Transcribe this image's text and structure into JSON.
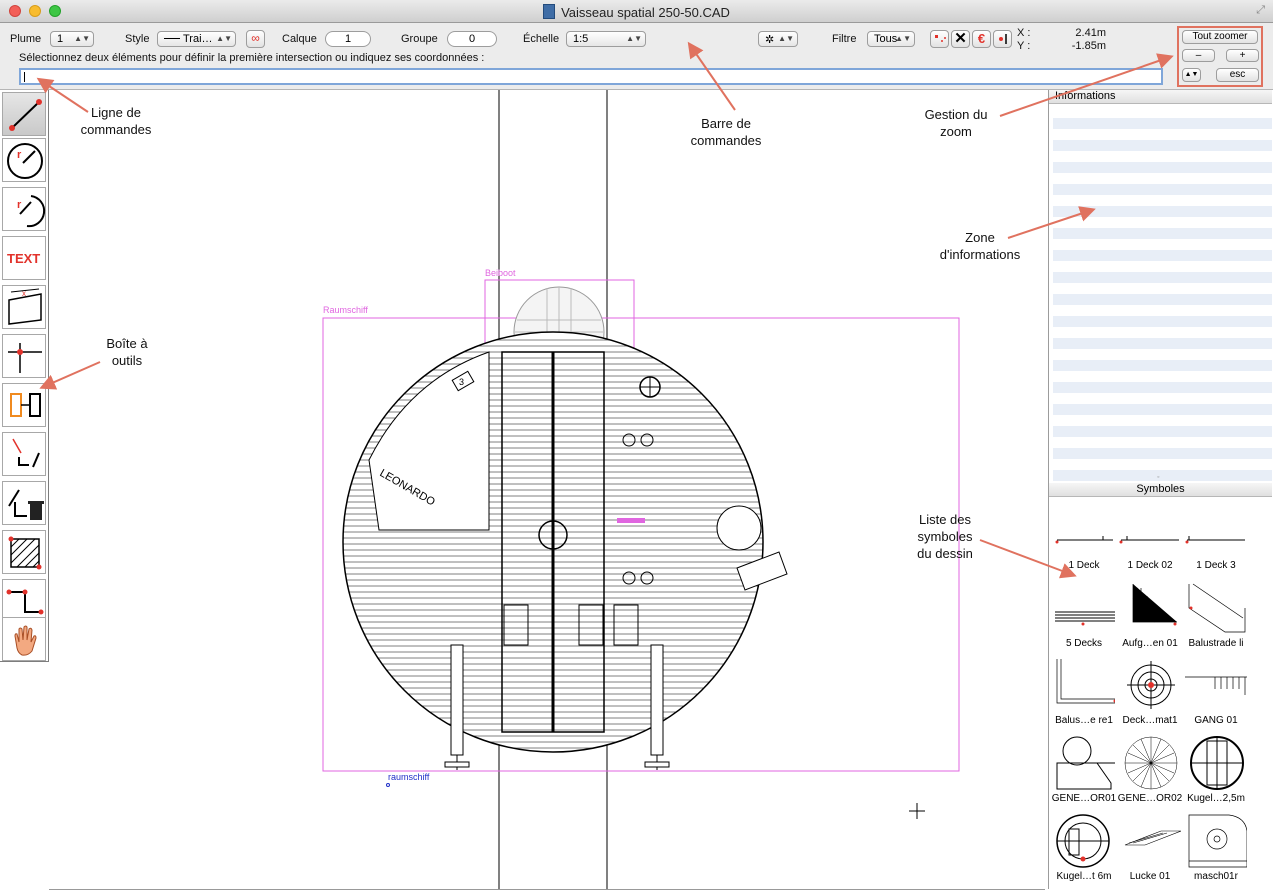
{
  "window": {
    "title": "Vaisseau spatial 250-50.CAD"
  },
  "toolbar": {
    "pen_label": "Plume",
    "pen_value": "1",
    "style_label": "Style",
    "style_value": "Trai…",
    "layer_label": "Calque",
    "layer_value": "1",
    "group_label": "Groupe",
    "group_value": "0",
    "scale_label": "Échelle",
    "scale_value": "1:5",
    "filter_label": "Filtre",
    "filter_value": "Tous",
    "x_label": "X :",
    "x_value": "2.41m",
    "y_label": "Y :",
    "y_value": "-1.85m"
  },
  "command": {
    "prompt": "Sélectionnez deux éléments pour définir la première intersection ou indiquez ses coordonnées :",
    "value": ""
  },
  "zoom": {
    "fit_all": "Tout zoomer",
    "minus": "–",
    "plus": "+",
    "esc": "esc"
  },
  "panels": {
    "info_title": "Informations",
    "symbols_title": "Symboles"
  },
  "tools": {
    "text_tool": "TEXT"
  },
  "symbols": [
    {
      "label": "1 Deck"
    },
    {
      "label": "1 Deck 02"
    },
    {
      "label": "1 Deck 3"
    },
    {
      "label": "5 Decks"
    },
    {
      "label": "Aufg…en 01"
    },
    {
      "label": "Balustrade li"
    },
    {
      "label": "Balus…e re1"
    },
    {
      "label": "Deck…mat1"
    },
    {
      "label": "GANG 01"
    },
    {
      "label": "GENE…OR01"
    },
    {
      "label": "GENE…OR02"
    },
    {
      "label": "Kugel…2,5m"
    },
    {
      "label": "Kugel…t 6m"
    },
    {
      "label": "Lucke 01"
    },
    {
      "label": "masch01r"
    }
  ],
  "drawing": {
    "label_beiboot": "Beiboot",
    "label_raumschiff": "Raumschiff",
    "label_raumschiff_small": "raumschiff",
    "hull_text": "LEONARDO",
    "hatch_number": "3"
  },
  "annotations": {
    "command_line": "Ligne de\ncommandes",
    "command_bar": "Barre de\ncommandes",
    "zoom_mgmt": "Gestion du\nzoom",
    "info_zone": "Zone\nd'informations",
    "toolbox": "Boîte à\noutils",
    "symbols_list": "Liste des\nsymboles\ndu dessin"
  },
  "colors": {
    "accent_red": "#e2322b",
    "callout": "#e0725f",
    "selection": "#e066e0",
    "focus": "#7fa6d9"
  }
}
